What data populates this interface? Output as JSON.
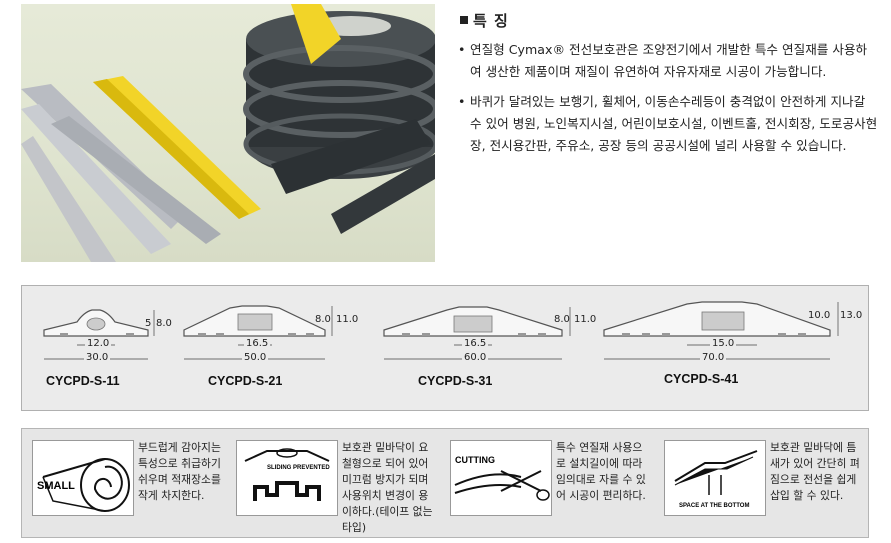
{
  "features": {
    "title": "특 징",
    "bullets": [
      "연질형 Cymax® 전선보호관은 조양전기에서 개발한 특수 연질재를 사용하여 생산한 제품이며 재질이 유연하여 자유자재로 시공이 가능합니다.",
      "바퀴가 달려있는 보행기, 휠체어, 이동손수레등이 충격없이 안전하게 지나갈 수 있어 병원, 노인복지시설, 어린이보호시설, 이벤트홀, 전시회장, 도로공사현장, 전시용간판, 주유소, 공장 등의 공공시설에 널리 사용할 수 있습니다."
    ]
  },
  "models": [
    {
      "name": "CYCPD-S-11",
      "width": "30.0",
      "inner": "12.0",
      "height_small": "5",
      "height": "8.0"
    },
    {
      "name": "CYCPD-S-21",
      "width": "50.0",
      "inner": "16.5",
      "height_small": "8.0",
      "height": "11.0"
    },
    {
      "name": "CYCPD-S-31",
      "width": "60.0",
      "inner": "16.5",
      "height_small": "8.0",
      "height": "11.0"
    },
    {
      "name": "CYCPD-S-41",
      "width": "70.0",
      "inner": "15.0",
      "height_small": "10.0",
      "height": "13.0"
    }
  ],
  "icons": [
    {
      "caption": "SMALL",
      "text": "부드럽게 감아지는 특성으로 취급하기 쉬우며 적재장소를 작게 차지한다."
    },
    {
      "caption": "SLIDING PREVENTED",
      "text": "보호관 밑바닥이 요철형으로 되어 있어 미끄럼 방지가 되며 사용위치 변경이 용이하다.(테이프 없는 타입)"
    },
    {
      "caption": "CUTTING",
      "text": "특수 연질재 사용으로 설치길이에 따라 임의대로 자를 수 있어 시공이 편리하다."
    },
    {
      "caption": "SPACE AT THE BOTTOM",
      "text": "보호관 밑바닥에 틈새가 있어 간단히 펴짐으로 전선을 쉽게 삽입 할 수 있다."
    }
  ]
}
